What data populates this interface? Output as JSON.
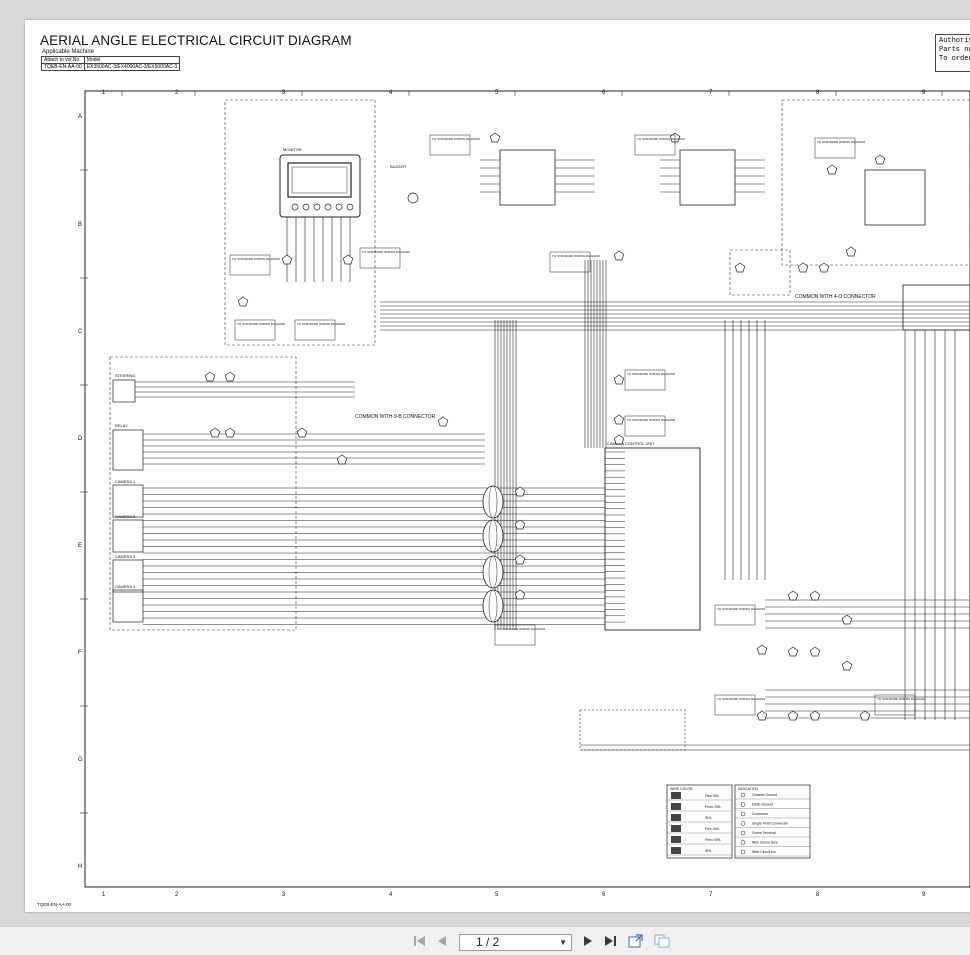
{
  "document": {
    "title": "AERIAL ANGLE ELECTRICAL CIRCUIT DIAGRAM",
    "applicable_machine_label": "Applicable Machine",
    "attach_label": "Attach to vol.No.",
    "attach_value": "TQEB-EN-AA-00",
    "model_label": "Model",
    "model_value": "EX3500AC-3/EX4000AC-3/EX5000AC-3",
    "authorised_lines": [
      "Authorise",
      "Parts num",
      "To order"
    ],
    "footer_code": "TQEB-EN-AA-00",
    "columns": [
      "1",
      "2",
      "3",
      "4",
      "5",
      "6",
      "7",
      "8",
      "9"
    ],
    "rows": [
      "A",
      "B",
      "C",
      "D",
      "E",
      "F",
      "G",
      "H"
    ],
    "labels": {
      "common_4": "COMMON WITH 4-O CONNECTOR",
      "common_9": "COMMON WITH 9-B CONNECTOR",
      "monitor": "MONITOR",
      "buzzer": "BUZZER",
      "camera_control_unit": "CAMERA CONTROL UNIT",
      "steering_switch": "STEERING",
      "relay": "RELAY",
      "camera_1": "CAMERA 1",
      "camera_2": "CAMERA 2",
      "camera_3": "CAMERA 3",
      "camera_4": "CAMERA 4",
      "to_standard": "TO STANDARD WIRING DIAGRAM"
    }
  },
  "legend": {
    "left_header": "WIRE COLOR",
    "right_header": "INDICATION",
    "left_rows": [
      "Flex.SHL",
      "Ferro.SHL",
      "SHL",
      "Flex.SHL",
      "Ferro.SHL",
      "SHL"
    ],
    "right_rows": [
      "Chassis Ground",
      "Earth Ground",
      "Connector",
      "Single Point Connector",
      "Screw Terminal",
      "Wire Screw Size",
      "Wire Circuit No."
    ]
  },
  "viewer": {
    "page_indicator": "1 / 2",
    "current_page": 1,
    "total_pages": 2
  },
  "icons": {
    "first": "first-page-icon",
    "prev": "previous-page-icon",
    "next": "next-page-icon",
    "last": "last-page-icon",
    "fit": "fit-page-icon",
    "rotate": "rotate-view-icon"
  }
}
